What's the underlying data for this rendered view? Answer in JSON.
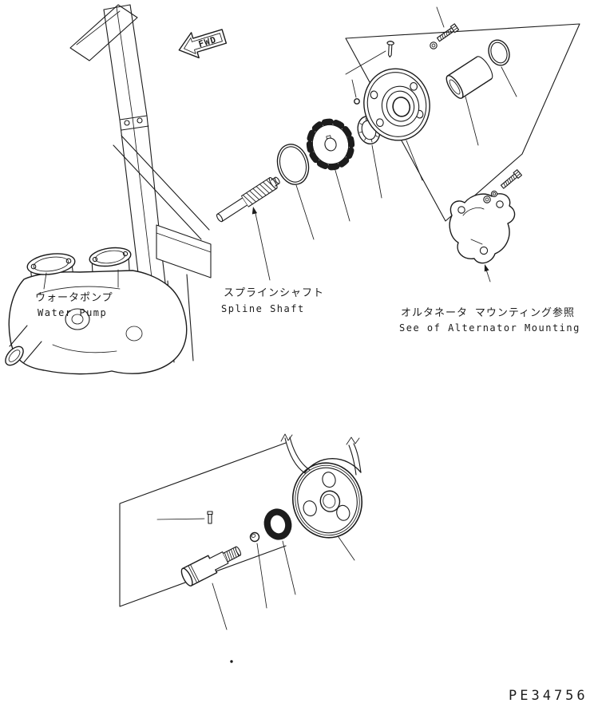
{
  "colors": {
    "background": "#ffffff",
    "ink": "#1c1c1c"
  },
  "fwd_marker": {
    "label": "FWD"
  },
  "callouts": {
    "water_pump": {
      "jp": "ウォータポンプ",
      "en": "Water Pump"
    },
    "spline_shaft": {
      "jp": "スプラインシャフト",
      "en": "Spline Shaft"
    },
    "alternator_mounting": {
      "jp": "オルタネータ マウンティング参照",
      "en": "See of Alternator Mounting"
    }
  },
  "drawing_number": "PE34756"
}
